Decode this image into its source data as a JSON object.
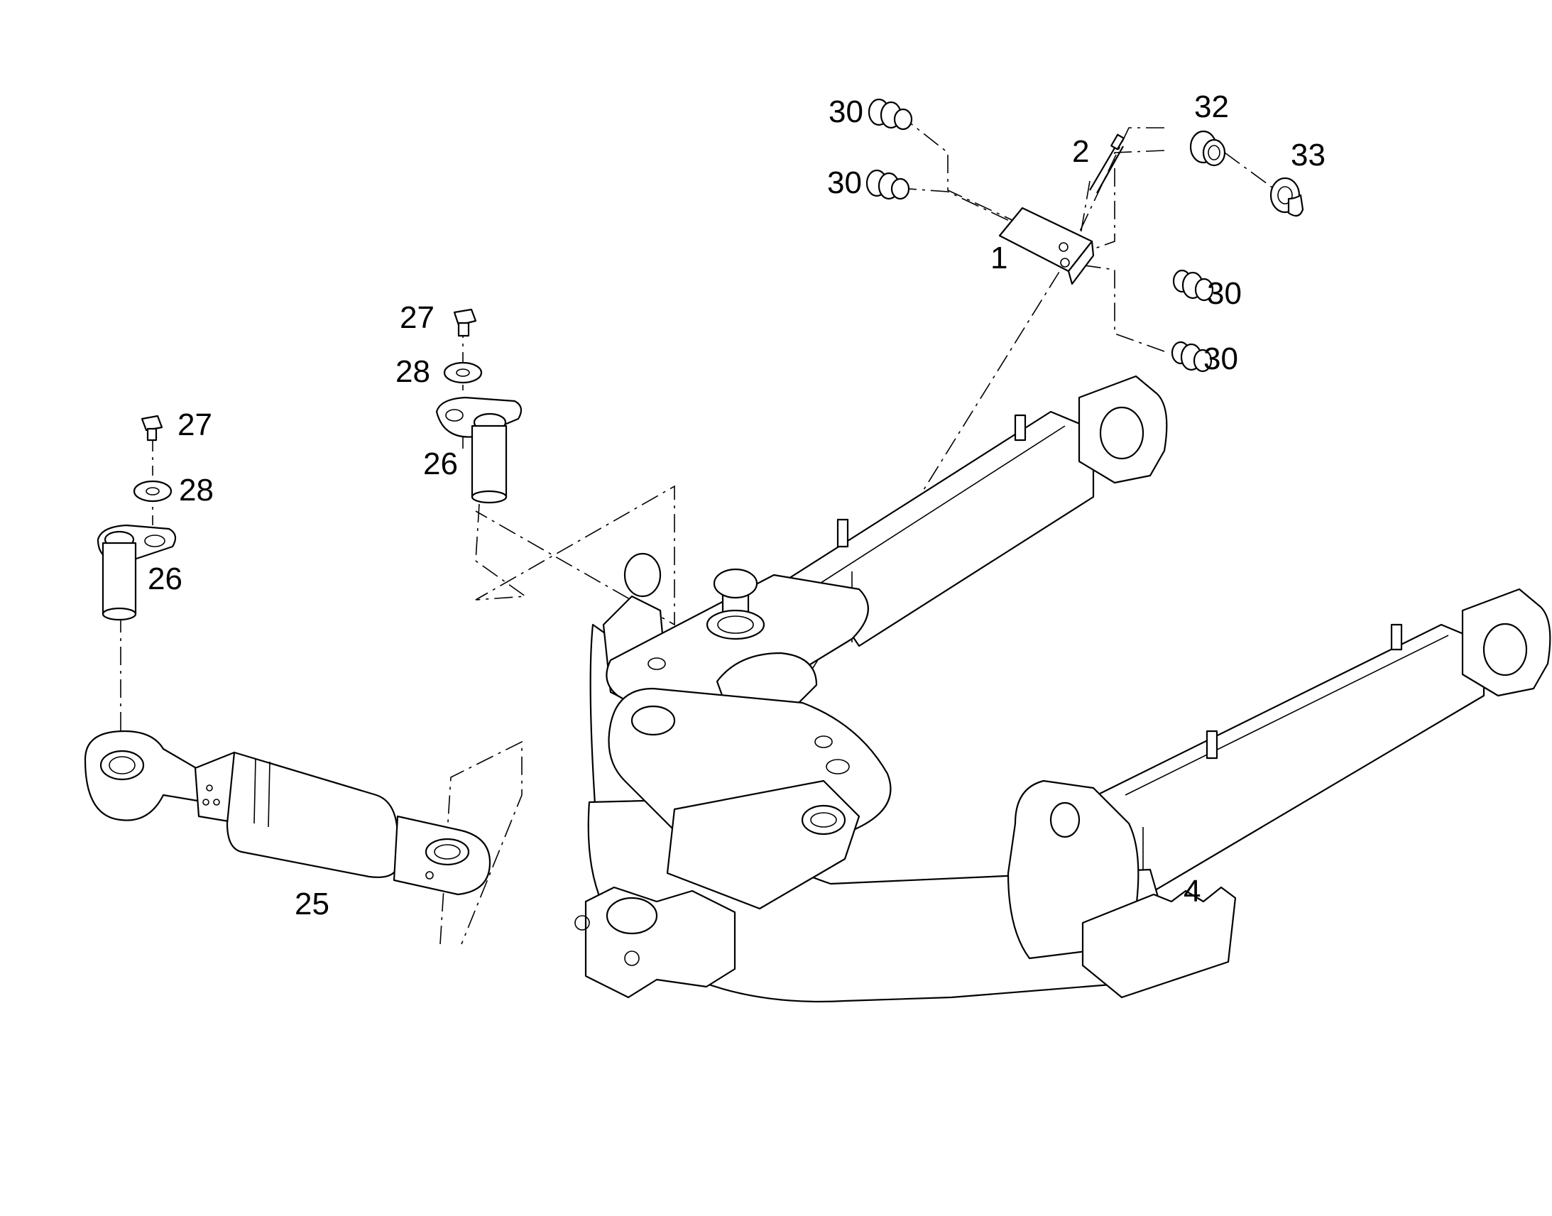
{
  "callouts": {
    "p1": "1",
    "p2": "2",
    "p4": "4",
    "p25": "25",
    "p26a": "26",
    "p26b": "26",
    "p27a": "27",
    "p27b": "27",
    "p28a": "28",
    "p28b": "28",
    "p30a": "30",
    "p30b": "30",
    "p30c": "30",
    "p30d": "30",
    "p32": "32",
    "p33": "33"
  }
}
